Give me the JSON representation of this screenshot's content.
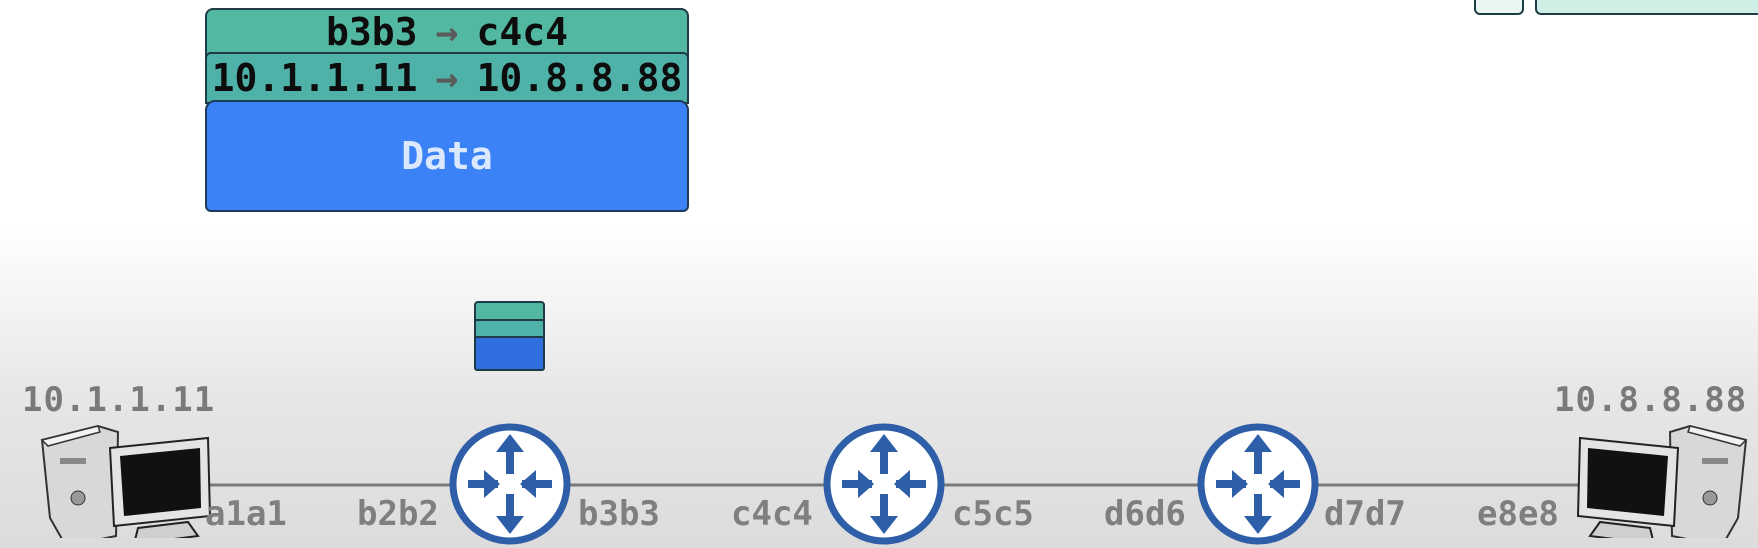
{
  "packet": {
    "l2_src": "b3b3",
    "l2_dst": "c4c4",
    "l3_src": "10.1.1.11",
    "l3_dst": "10.8.8.88",
    "payload": "Data",
    "arrow": "→"
  },
  "hosts": {
    "left_ip": "10.1.1.11",
    "right_ip": "10.8.8.88"
  },
  "interfaces": [
    "a1a1",
    "b2b2",
    "b3b3",
    "c4c4",
    "c5c5",
    "d6d6",
    "d7d7",
    "e8e8"
  ],
  "colors": {
    "l2_header": "#53b8a2",
    "l3_header": "#4fb2a8",
    "data": "#3b82f6",
    "router": "#2f5ea8"
  }
}
